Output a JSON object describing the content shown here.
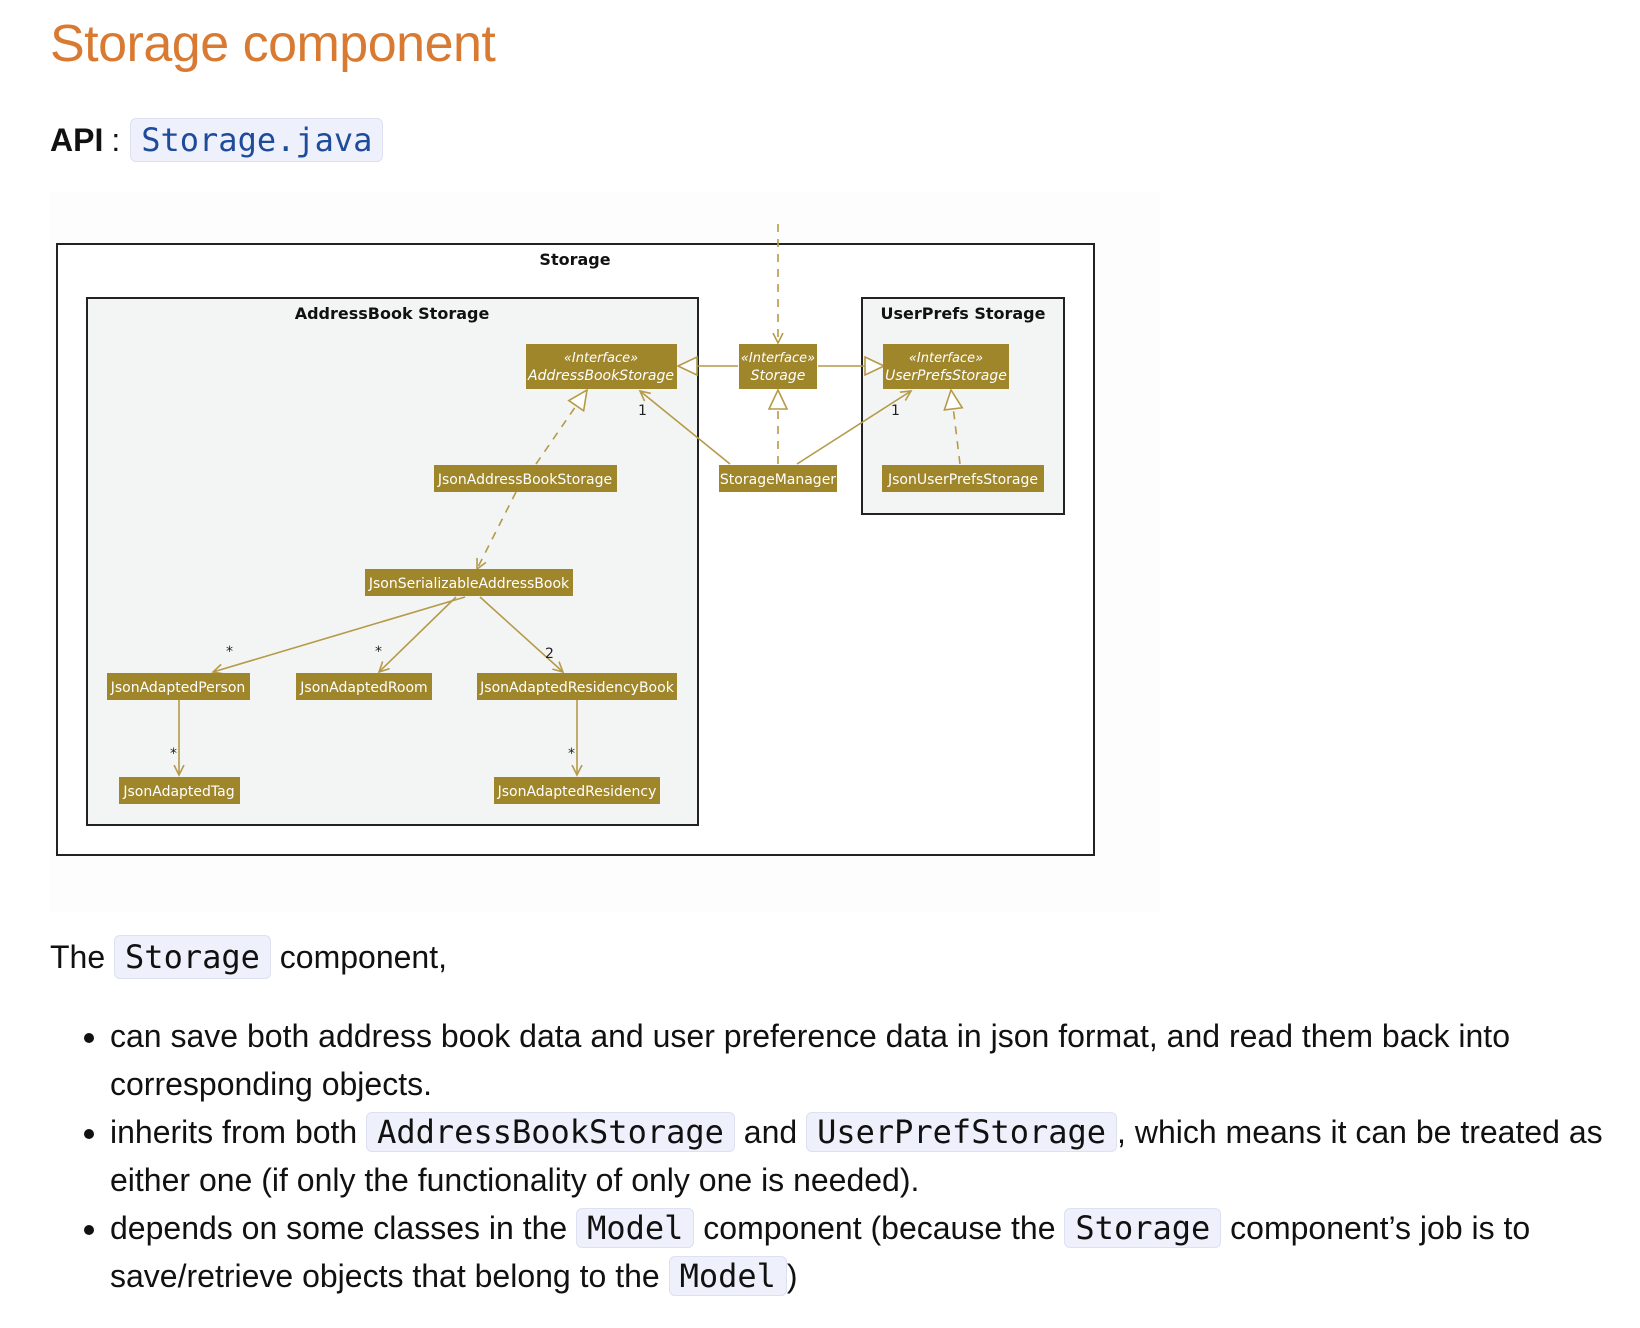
{
  "heading": "Storage component",
  "api": {
    "label": "API",
    "separator": ":",
    "link": "Storage.java"
  },
  "diagram": {
    "outer_title": "Storage",
    "addressbook_title": "AddressBook Storage",
    "userprefs_title": "UserPrefs Storage",
    "stereotype": "«Interface»",
    "classes": {
      "addressbook_storage": "AddressBookStorage",
      "storage": "Storage",
      "userprefs_storage": "UserPrefsStorage",
      "json_addressbook_storage": "JsonAddressBookStorage",
      "storage_manager": "StorageManager",
      "json_userprefs_storage": "JsonUserPrefsStorage",
      "json_serializable_addressbook": "JsonSerializableAddressBook",
      "json_adapted_person": "JsonAdaptedPerson",
      "json_adapted_room": "JsonAdaptedRoom",
      "json_adapted_residency_book": "JsonAdaptedResidencyBook",
      "json_adapted_tag": "JsonAdaptedTag",
      "json_adapted_residency": "JsonAdaptedResidency"
    },
    "multiplicities": {
      "manager_to_addressbook": "1",
      "manager_to_userprefs": "1",
      "to_person": "*",
      "to_room": "*",
      "to_residency_book": "2",
      "to_tag": "*",
      "to_residency": "*"
    },
    "colors": {
      "class_fill": "#a0862a",
      "class_text": "#ffffff",
      "package_fill": "#f3f5f4",
      "arrow": "#b59a48"
    }
  },
  "intro": {
    "before": "The",
    "code": "Storage",
    "after": "component,"
  },
  "bullets": {
    "b1": {
      "text": "can save both address book data and user preference data in json format, and read them back into corresponding objects."
    },
    "b2": {
      "t1": "inherits from both",
      "c1": "AddressBookStorage",
      "t2": "and",
      "c2": "UserPrefStorage",
      "t3": ", which means it can be treated as either one (if only the functionality of only one is needed)."
    },
    "b3": {
      "t1": "depends on some classes in the",
      "c1": "Model",
      "t2": "component (because the",
      "c2": "Storage",
      "t3": "component’s job is to save/retrieve objects that belong to the",
      "c3": "Model",
      "t4": ")"
    }
  }
}
